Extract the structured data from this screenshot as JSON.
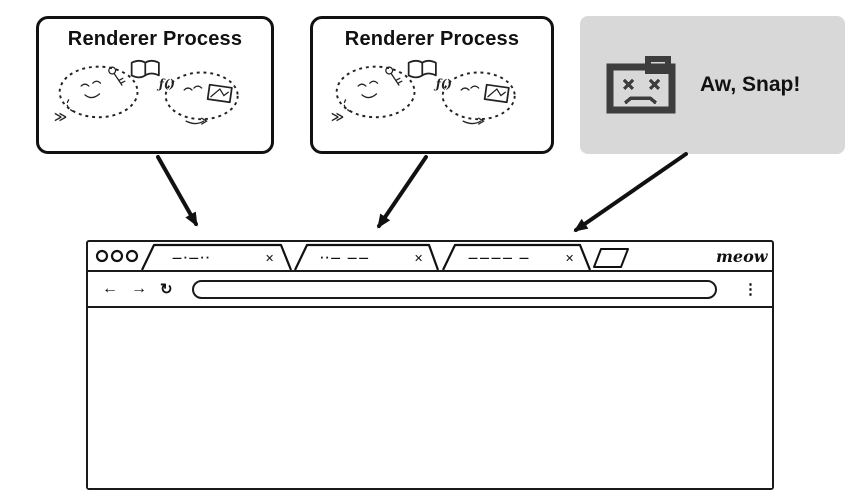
{
  "processes": [
    {
      "title": "Renderer Process"
    },
    {
      "title": "Renderer Process"
    },
    {
      "title": "Aw, Snap!"
    }
  ],
  "doodle": {
    "function_label": "ƒ()",
    "fast_arrow": "≫"
  },
  "browser": {
    "brand": "meow",
    "tabs": [
      {
        "text": "—·—··",
        "close": "✕"
      },
      {
        "text": "··— ——",
        "close": "✕"
      },
      {
        "text": "———— —",
        "close": "✕"
      }
    ],
    "nav": {
      "back": "←",
      "forward": "→",
      "reload": "↻",
      "menu": "⋮"
    }
  }
}
